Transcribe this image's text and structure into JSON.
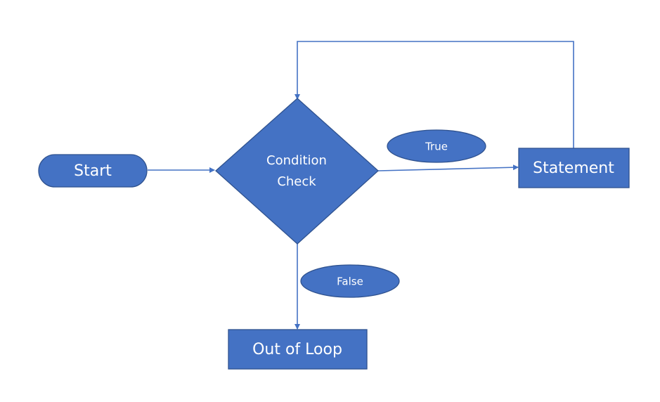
{
  "diagram": {
    "nodes": {
      "start": "Start",
      "condition_line1": "Condition",
      "condition_line2": "Check",
      "statement": "Statement",
      "out_of_loop": "Out of Loop"
    },
    "edge_labels": {
      "true": "True",
      "false": "False"
    }
  },
  "colors": {
    "shape_fill": "#4472C4",
    "shape_border": "#2F528F",
    "connector": "#4472C4",
    "text": "#FFFFFF"
  }
}
